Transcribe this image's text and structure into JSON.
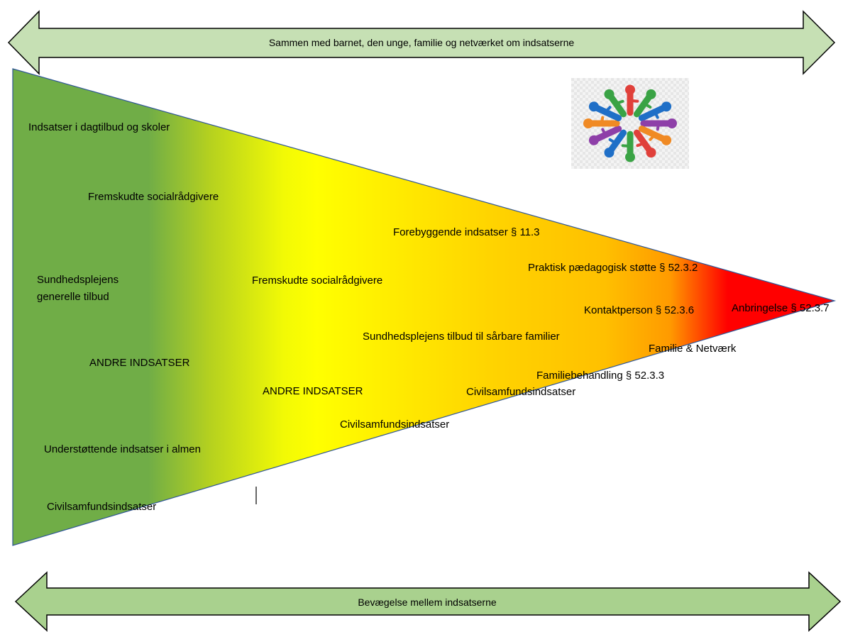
{
  "top_arrow": {
    "text": "Sammen med barnet, den unge, familie og netværket om indsatserne"
  },
  "bottom_arrow": {
    "text": "Bevægelse mellem indsatserne"
  },
  "colors": {
    "arrow_fill": "#c6e0b4",
    "arrow_fill_bottom": "#a9d18e",
    "outline": "#000000",
    "grad_green": "#70ad47",
    "grad_yellow": "#ffff00",
    "grad_orange": "#ffc000",
    "grad_red": "#ff0000"
  },
  "icon": {
    "name": "people-circle-icon"
  },
  "labels": {
    "dagtilbud": "Indsatser i dagtilbud og skoler",
    "fremskudte1": "Fremskudte socialrådgivere",
    "sundhed_generelle": "Sundhedsplejens generelle tilbud",
    "andre1": "ANDRE INDSATSER",
    "understottende": "Understøttende indsatser i almen",
    "civil1": "Civilsamfundsindsatser",
    "fremskudte2": "Fremskudte socialrådgivere",
    "andre2": "ANDRE INDSATSER",
    "civil2": "Civilsamfundsindsatser",
    "forebyggende": "Forebyggende indsatser § 11.3",
    "sundhed_saarbare": "Sundhedsplejens tilbud til sårbare familier",
    "civil3": "Civilsamfundsindsatser",
    "praktisk": "Praktisk pædagogisk støtte § 52.3.2",
    "kontakt": "Kontaktperson § 52.3.6",
    "familie_netvaerk": "Familie & Netværk",
    "familiebehandling": "Familiebehandling § 52.3.3",
    "anbringelse": "Anbringelse § 52.3.7"
  }
}
